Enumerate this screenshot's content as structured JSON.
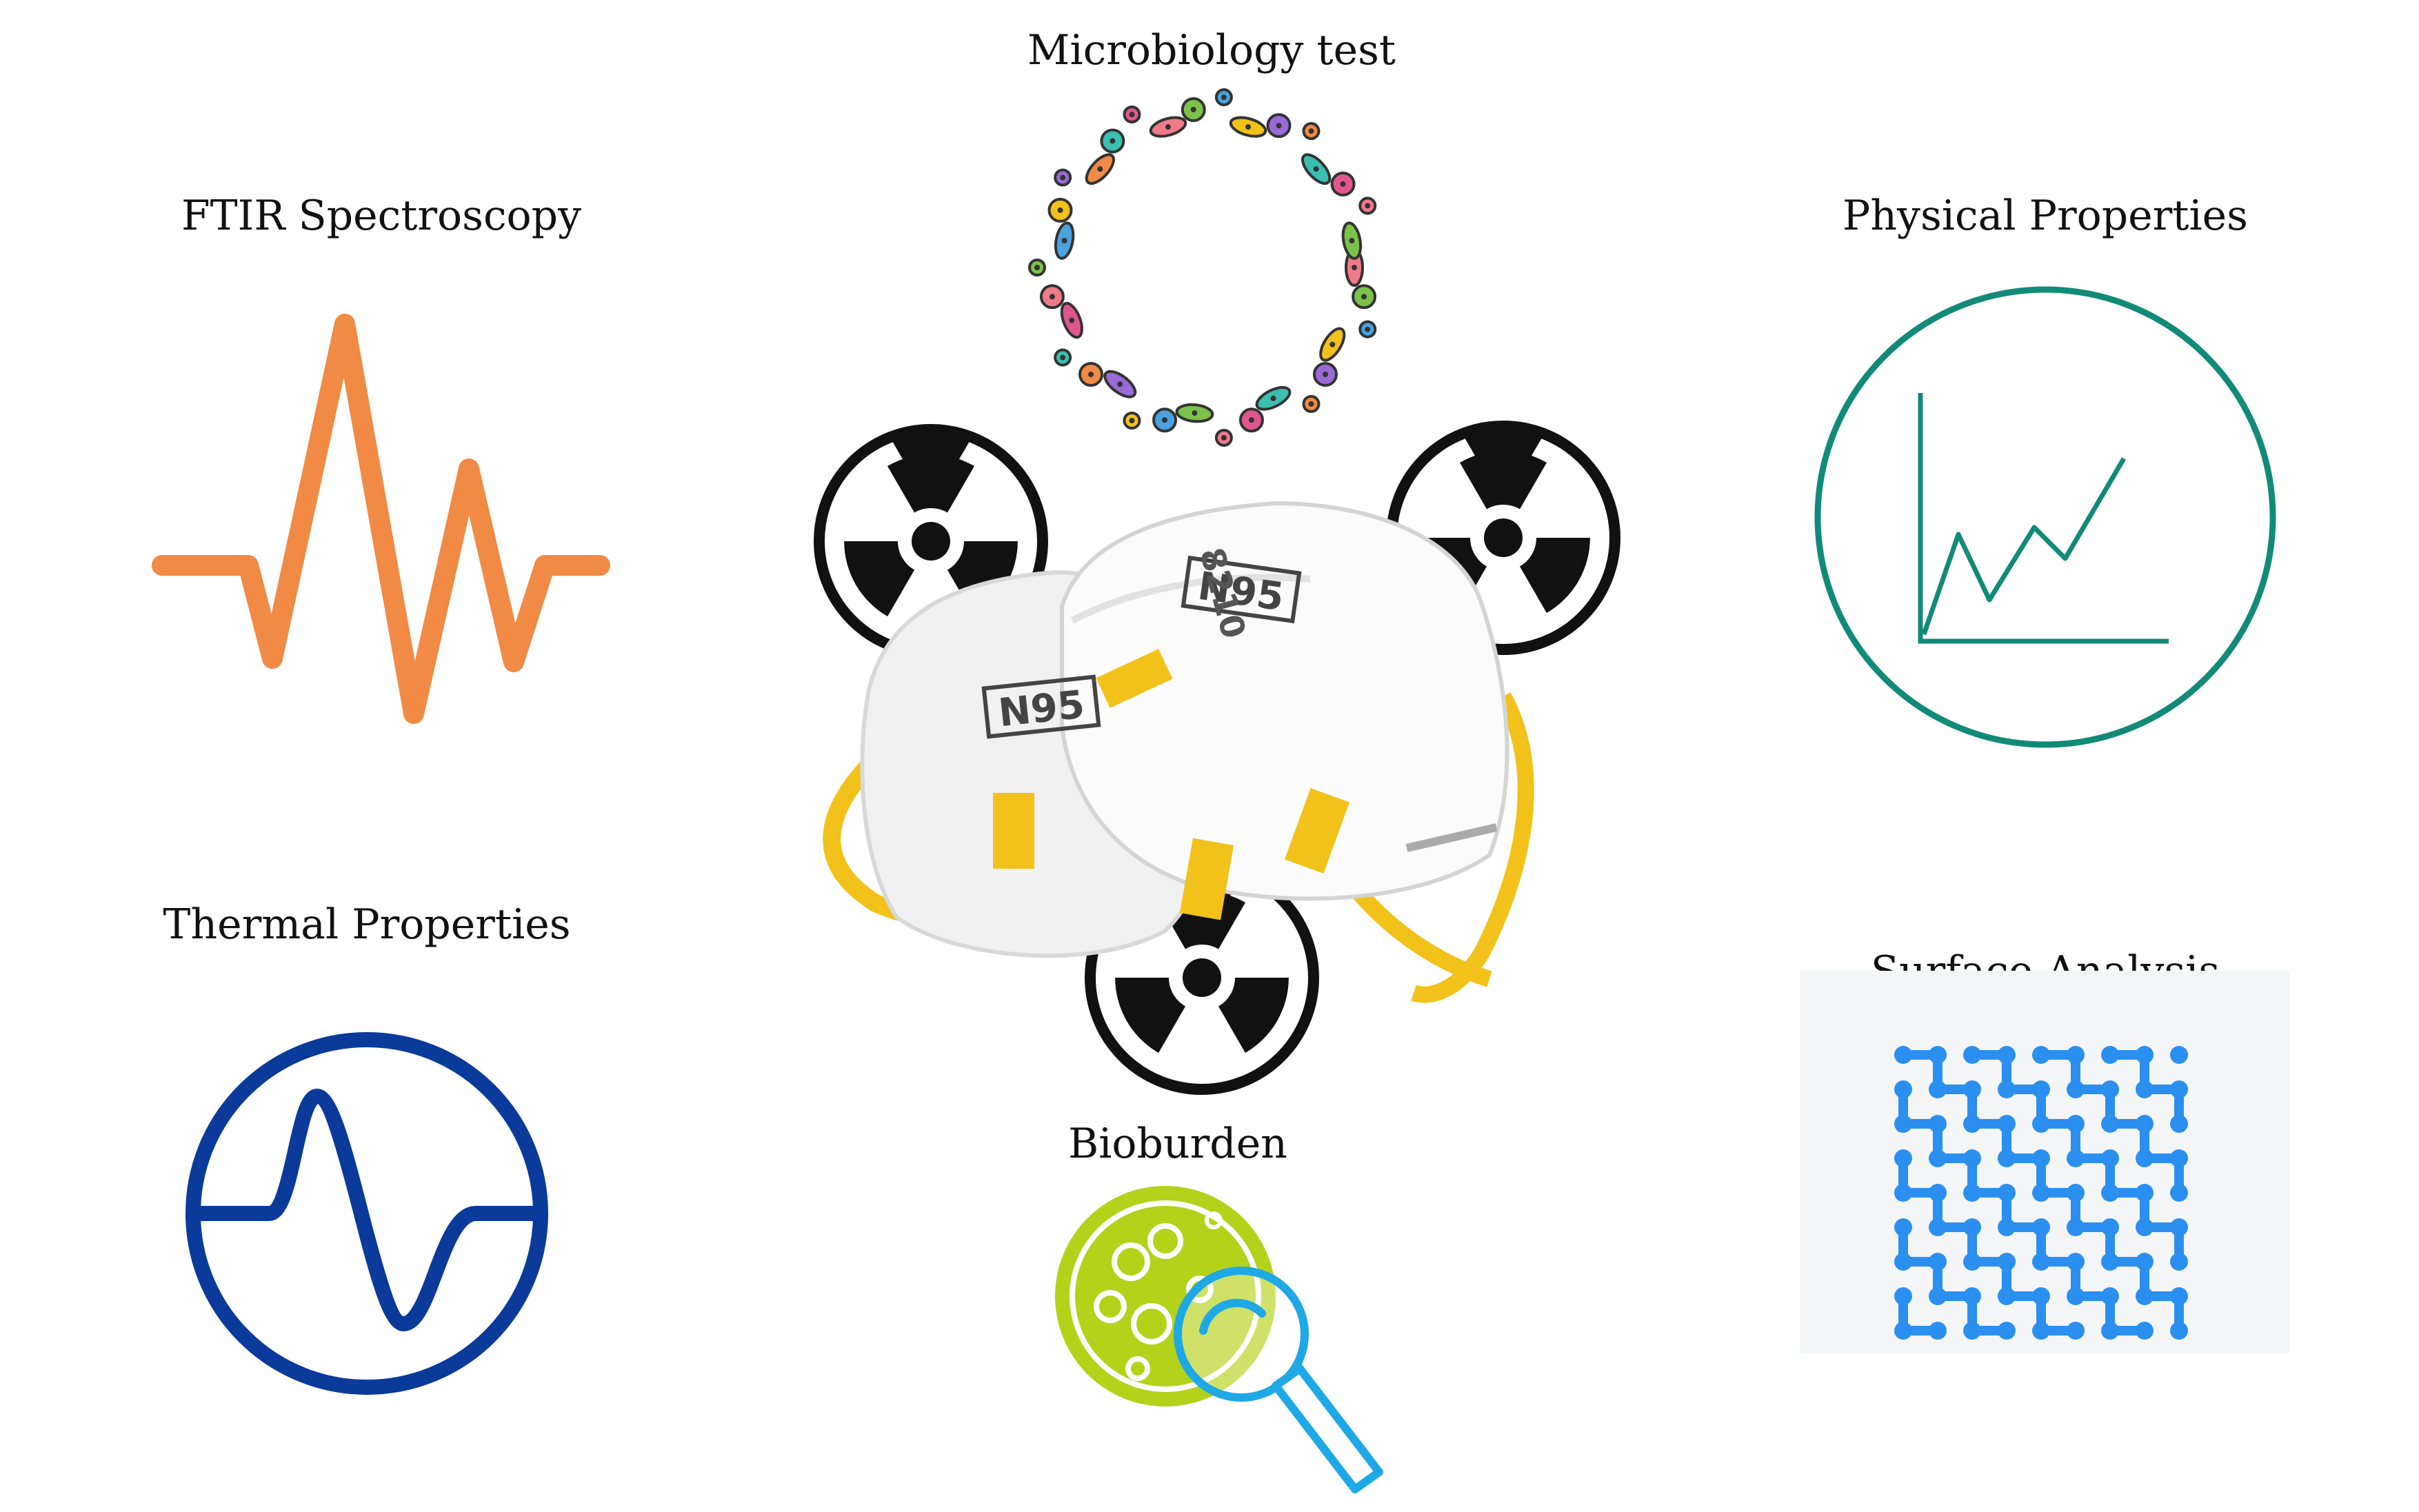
{
  "labels": {
    "microbiology": "Microbiology test",
    "ftir": "FTIR Spectroscopy",
    "physical": "Physical Properties",
    "thermal": "Thermal Properties",
    "surface": "Surface Analysis",
    "bioburden": "Bioburden"
  },
  "mask": {
    "brand_text": "N95",
    "model_text": "8210"
  },
  "colors": {
    "ftir": "#f08a45",
    "physical": "#128a78",
    "thermal": "#0a3a9a",
    "surface_blue": "#2b8ff0",
    "bioburden_green": "#b5d21a",
    "bioburden_blue": "#1ea8e6",
    "radiation": "#111111",
    "strap": "#f2c21a"
  },
  "icons": [
    "radiation-icon",
    "microbe-ring-icon",
    "waveform-icon",
    "line-chart-icon",
    "thermogram-icon",
    "lattice-icon",
    "petri-magnifier-icon",
    "n95-mask-image"
  ]
}
